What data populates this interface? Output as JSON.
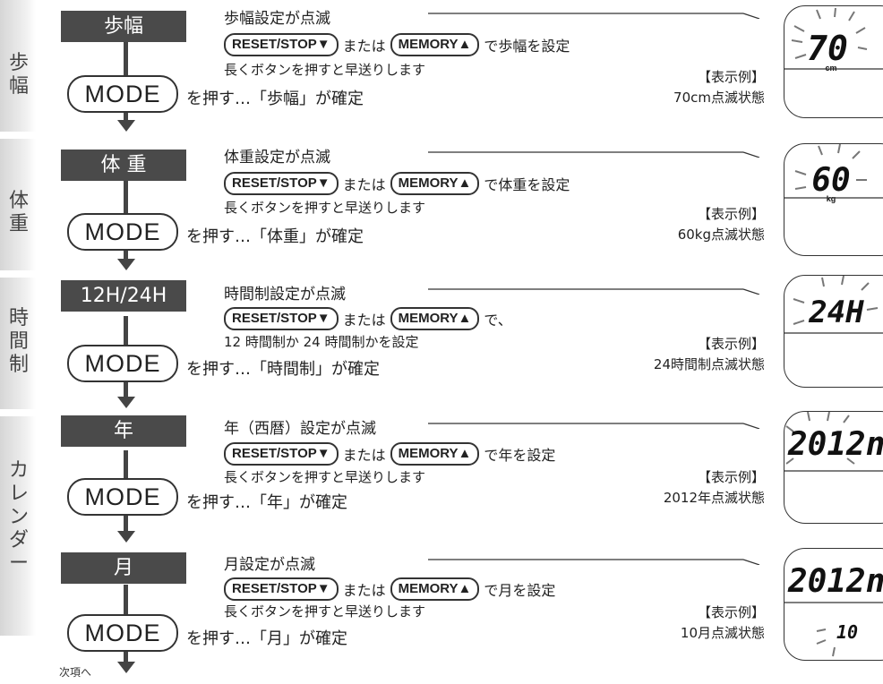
{
  "side_labels": {
    "stride": "歩幅",
    "weight": "体重",
    "hour_format": "時間制",
    "calendar": "カレンダー"
  },
  "common": {
    "mode_label": "MODE",
    "reset_label": "RESET/STOP▼",
    "or_label": "または",
    "memory_label": "MEMORY▲",
    "example_label": "【表示例】"
  },
  "steps": [
    {
      "header": "歩幅",
      "blink_text": "歩幅設定が点滅",
      "set_text": "で歩幅を設定",
      "hint_text": "長くボタンを押すと早送りします",
      "confirm_text": "を押す…「歩幅」が確定",
      "example_caption": "70cm点滅状態",
      "display": {
        "main": "70",
        "unit": "cm"
      }
    },
    {
      "header": "体 重",
      "blink_text": "体重設定が点滅",
      "set_text": "で体重を設定",
      "hint_text": "長くボタンを押すと早送りします",
      "confirm_text": "を押す…「体重」が確定",
      "example_caption": "60kg点滅状態",
      "display": {
        "main": "60",
        "unit": "kg"
      }
    },
    {
      "header": "12H/24H",
      "blink_text": "時間制設定が点滅",
      "set_text": "で、",
      "hint_text": "12 時間制か 24 時間制かを設定",
      "confirm_text": "を押す…「時間制」が確定",
      "example_caption": "24時間制点滅状態",
      "display": {
        "main": "24H",
        "unit": ""
      }
    },
    {
      "header": "年",
      "blink_text": "年（西暦）設定が点滅",
      "set_text": "で年を設定",
      "hint_text": "長くボタンを押すと早送りします",
      "confirm_text": "を押す…「年」が確定",
      "example_caption": "2012年点滅状態",
      "display": {
        "main": "2012n",
        "unit": ""
      }
    },
    {
      "header": "月",
      "blink_text": "月設定が点滅",
      "set_text": "で月を設定",
      "hint_text": "長くボタンを押すと早送りします",
      "confirm_text": "を押す…「月」が確定",
      "example_caption": "10月点滅状態",
      "display": {
        "main": "2012n",
        "sub": "10",
        "unit": ""
      }
    }
  ],
  "footer_text": "次項へ"
}
